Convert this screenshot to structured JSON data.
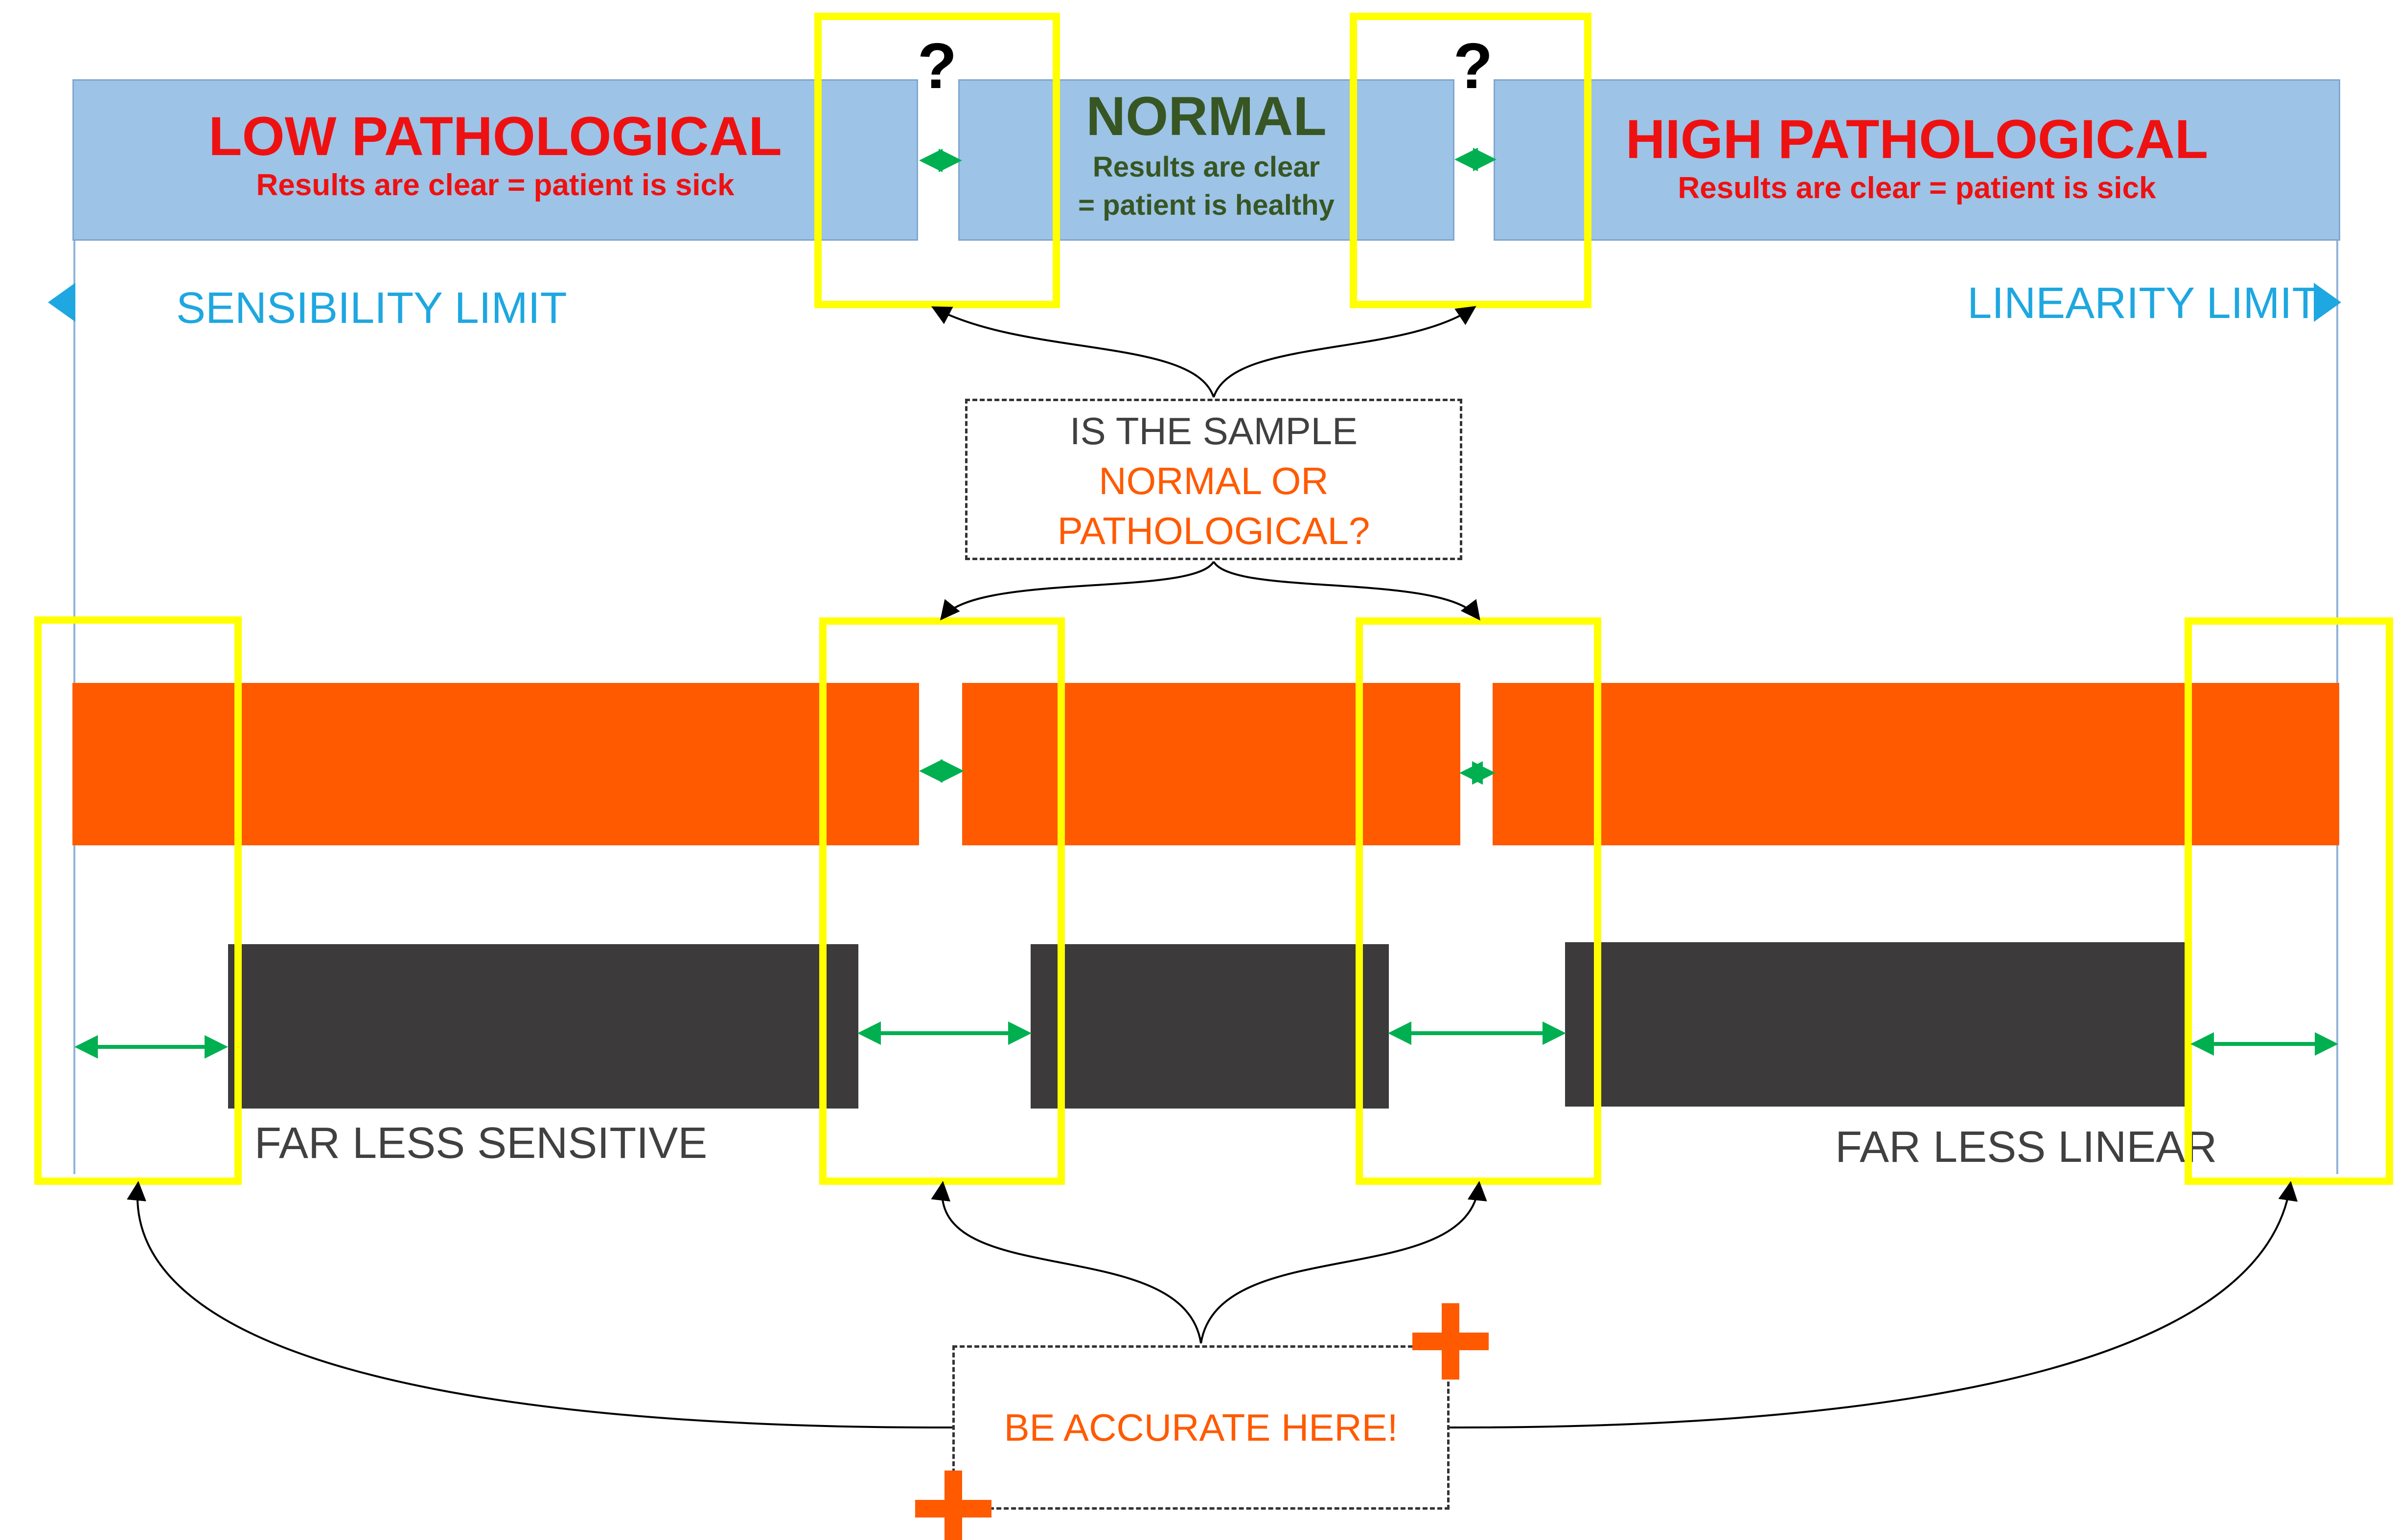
{
  "top_band": {
    "low": {
      "title": "LOW PATHOLOGICAL",
      "subtitle": "Results are clear = patient is sick"
    },
    "normal": {
      "title": "NORMAL",
      "subtitle_line1": "Results are clear",
      "subtitle_line2": "= patient is healthy"
    },
    "high": {
      "title": "HIGH PATHOLOGICAL",
      "subtitle": "Results are clear = patient is sick"
    },
    "question_mark": "?"
  },
  "limits": {
    "sensibility": "SENSIBILITY LIMIT",
    "linearity": "LINEARITY LIMIT"
  },
  "question_box": {
    "line1": "IS THE SAMPLE",
    "line2": "NORMAL OR",
    "line3": "PATHOLOGICAL?"
  },
  "dark_bar_labels": {
    "left": "FAR LESS SENSITIVE",
    "right": "FAR LESS LINEAR"
  },
  "accurate_box": {
    "label": "BE ACCURATE HERE!"
  },
  "colors": {
    "blue_band": "#9dc3e6",
    "orange": "#ff5a00",
    "dark_bar": "#3c3a3a",
    "highlight_yellow": "#ffff00",
    "arrow_green": "#00b050",
    "limit_cyan": "#1ea7e0",
    "pathological_red": "#ee1111",
    "normal_green": "#375623"
  },
  "icons": {
    "left_limit": "triangle-left-icon",
    "right_limit": "triangle-right-icon",
    "plus": "plus-icon",
    "double_arrow": "double-arrow-icon"
  }
}
